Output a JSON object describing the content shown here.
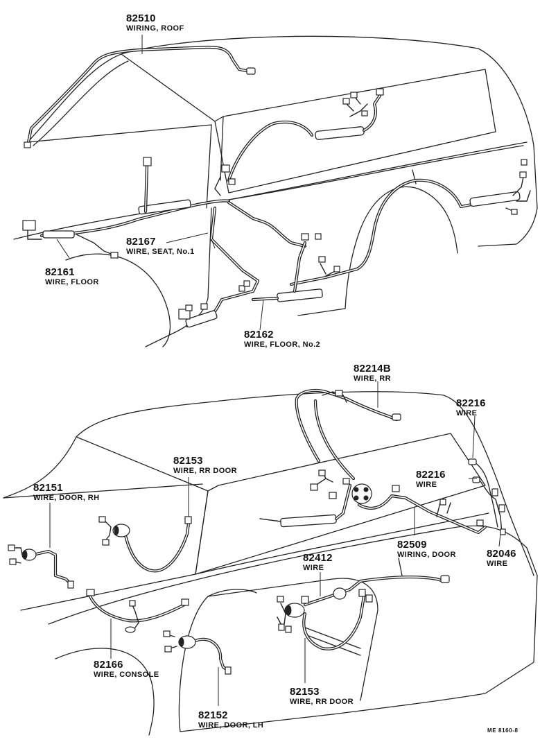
{
  "parts": [
    {
      "id": "82510",
      "part_number": "82510",
      "name": "WIRING, ROOF"
    },
    {
      "id": "82167",
      "part_number": "82167",
      "name": "WIRE, SEAT, No.1"
    },
    {
      "id": "82161",
      "part_number": "82161",
      "name": "WIRE, FLOOR"
    },
    {
      "id": "82162",
      "part_number": "82162",
      "name": "WIRE, FLOOR, No.2"
    },
    {
      "id": "82214B",
      "part_number": "82214B",
      "name": "WIRE, RR"
    },
    {
      "id": "82216a",
      "part_number": "82216",
      "name": "WIRE"
    },
    {
      "id": "82216b",
      "part_number": "82216",
      "name": "WIRE"
    },
    {
      "id": "82153a",
      "part_number": "82153",
      "name": "WIRE, RR DOOR"
    },
    {
      "id": "82151",
      "part_number": "82151",
      "name": "WIRE, DOOR, RH"
    },
    {
      "id": "82509",
      "part_number": "82509",
      "name": "WIRING, DOOR"
    },
    {
      "id": "82046",
      "part_number": "82046",
      "name": "WIRE"
    },
    {
      "id": "82412",
      "part_number": "82412",
      "name": "WIRE"
    },
    {
      "id": "82166",
      "part_number": "82166",
      "name": "WIRE, CONSOLE"
    },
    {
      "id": "82153b",
      "part_number": "82153",
      "name": "WIRE, RR DOOR"
    },
    {
      "id": "82152",
      "part_number": "82152",
      "name": "WIRE, DOOR, LH"
    }
  ],
  "drawing_ref": "ME 8160-8"
}
